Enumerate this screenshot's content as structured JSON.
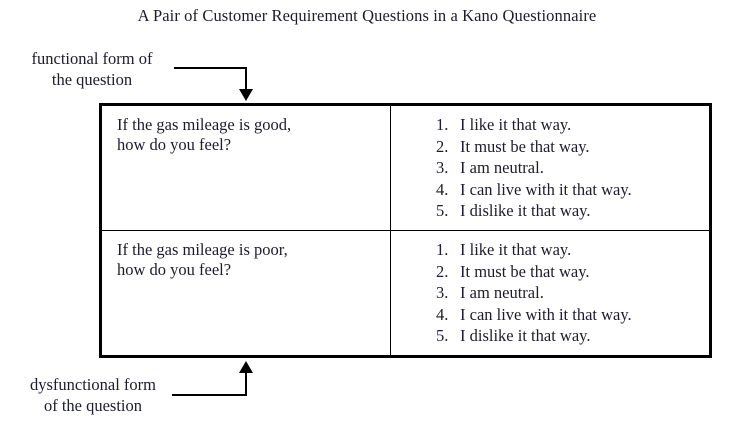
{
  "title": "A Pair of Customer Requirement Questions in a Kano Questionnaire",
  "callouts": {
    "functional": {
      "line1": "functional form of",
      "line2": "the question"
    },
    "dysfunctional": {
      "line1": "dysfunctional form",
      "line2": "of the question"
    }
  },
  "table": {
    "rows": [
      {
        "question_line1": "If the gas mileage is good,",
        "question_line2": "how do you feel?",
        "answers": [
          {
            "num": "1.",
            "text": "I like it that way."
          },
          {
            "num": "2.",
            "text": "It must be that way."
          },
          {
            "num": "3.",
            "text": "I am neutral."
          },
          {
            "num": "4.",
            "text": "I can live with it that way."
          },
          {
            "num": "5.",
            "text": "I dislike it that way."
          }
        ]
      },
      {
        "question_line1": "If the gas mileage is poor,",
        "question_line2": "how do you feel?",
        "answers": [
          {
            "num": "1.",
            "text": "I like it that way."
          },
          {
            "num": "2.",
            "text": "It must be that way."
          },
          {
            "num": "3.",
            "text": "I am neutral."
          },
          {
            "num": "4.",
            "text": "I can live with it that way."
          },
          {
            "num": "5.",
            "text": "I dislike it that way."
          }
        ]
      }
    ]
  },
  "colors": {
    "ink": "#1c1c30",
    "rule": "#000000",
    "background": "#ffffff"
  }
}
